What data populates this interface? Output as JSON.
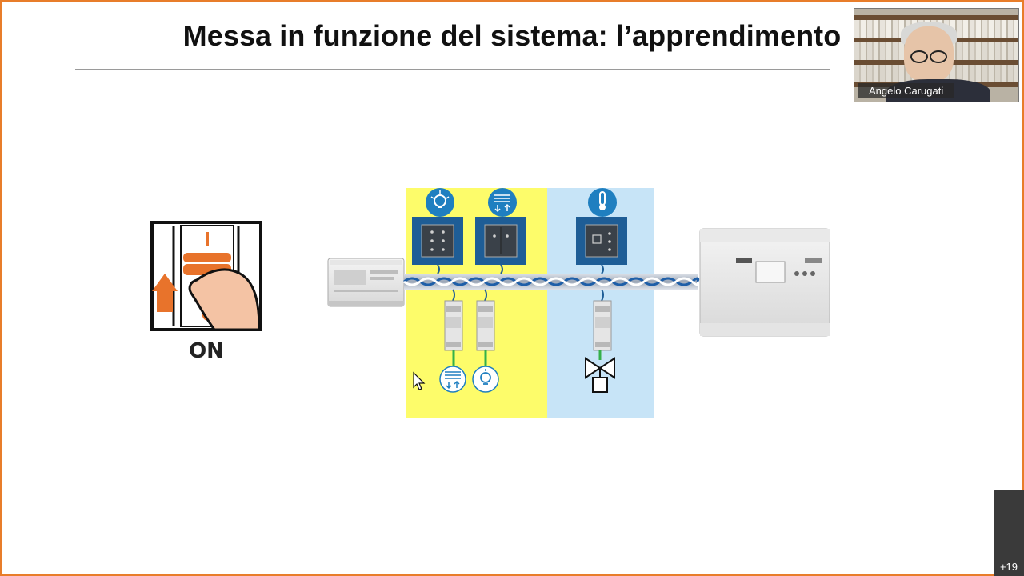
{
  "slide": {
    "title": "Messa in funzione del sistema: l’apprendimento"
  },
  "switch": {
    "label": "ON",
    "mark_on": "I",
    "mark_off": "0"
  },
  "webcam": {
    "participant_name": "Angelo Carugati"
  },
  "participants": {
    "count_label": "+19"
  },
  "colors": {
    "frame_border": "#e87d2a",
    "zone_lighting": "#fdfc6a",
    "zone_heating": "#c7e4f7",
    "icon_blue": "#1f7fc0",
    "switch_orange": "#e8732b",
    "wire_green": "#34b04a"
  },
  "icons": {
    "light": "lightbulb-icon",
    "shutter": "shutter-icon",
    "thermometer": "thermometer-icon",
    "valve": "valve-icon",
    "cursor": "mouse-pointer-icon"
  }
}
